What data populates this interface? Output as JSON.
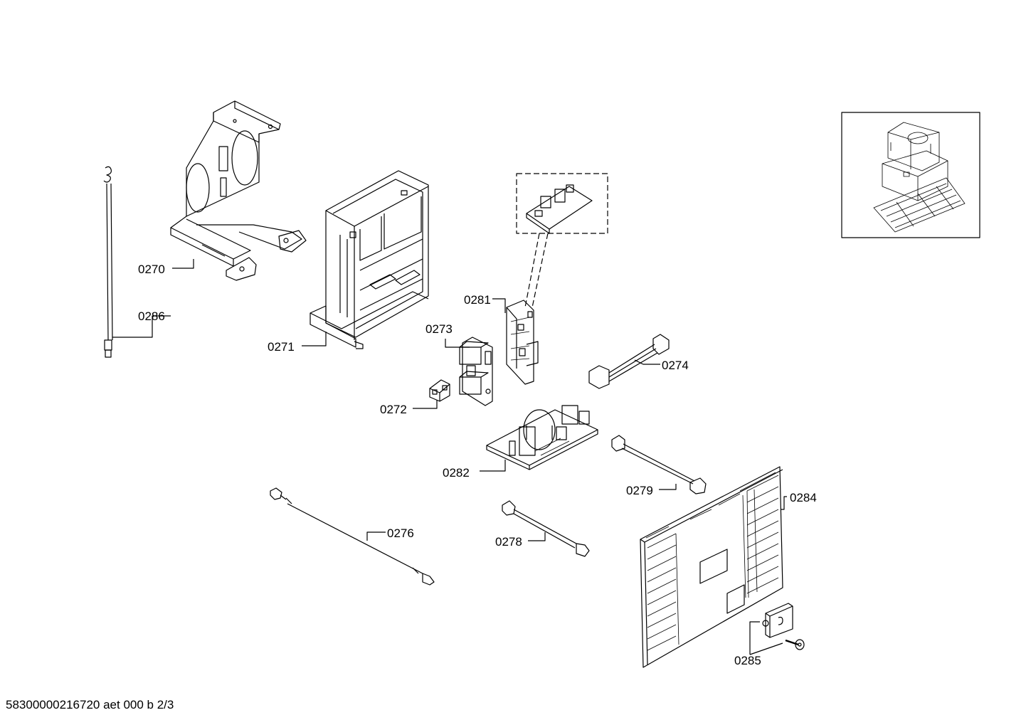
{
  "parts": {
    "p0270": "0270",
    "p0271": "0271",
    "p0272": "0272",
    "p0273": "0273",
    "p0274": "0274",
    "p0276": "0276",
    "p0278": "0278",
    "p0279": "0279",
    "p0281": "0281",
    "p0282": "0282",
    "p0284": "0284",
    "p0285": "0285",
    "p0286": "0286"
  },
  "footer": {
    "document_id": "58300000216720 aet 000 b 2/3"
  }
}
